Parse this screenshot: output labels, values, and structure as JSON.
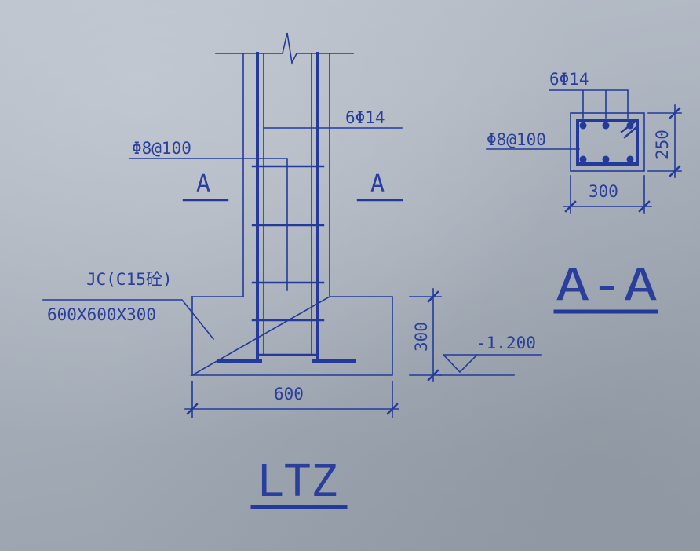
{
  "elevation": {
    "top_bars_label": "6Φ14",
    "stirrup_label": "Φ8@100",
    "section_mark_left": "A",
    "section_mark_right": "A",
    "foundation_label_line1": "JC(C15砼)",
    "foundation_label_line2": "600X600X300",
    "dim_height": "300",
    "dim_width": "600",
    "level_value": "-1.200",
    "title": "LTZ"
  },
  "section": {
    "top_bars_label": "6Φ14",
    "stirrup_label": "Φ8@100",
    "dim_height": "250",
    "dim_width": "300",
    "title": "A-A"
  },
  "colors": {
    "paper": "#a9b1bd",
    "ink": "#243a9a"
  }
}
